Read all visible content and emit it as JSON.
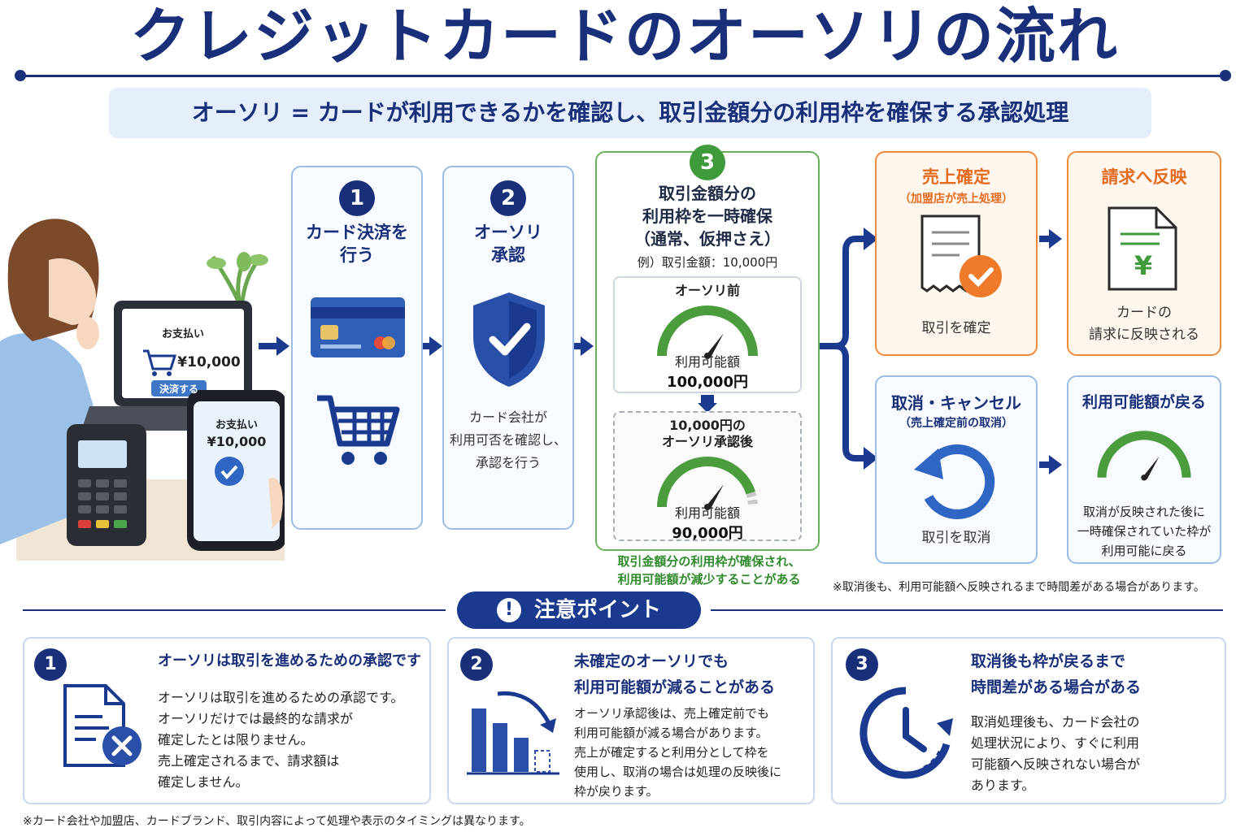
{
  "title": "クレジットカードのオーソリの流れ",
  "subtitle": "オーソリ = カードが利用できるかを確認し、取引金額分の利用枠を確保する承認処理",
  "illustration": {
    "laptop_label": "お支払い",
    "laptop_amount": "¥10,000",
    "laptop_button": "決済する",
    "phone_label": "お支払い",
    "phone_amount": "¥10,000"
  },
  "steps": [
    {
      "number": "1",
      "title": "カード決済を\n行う"
    },
    {
      "number": "2",
      "title": "オーソリ\n承認",
      "text": "カード会社が\n利用可否を確認し、\n承認を行う"
    },
    {
      "number": "3",
      "title": "取引金額分の\n利用枠を一時確保\n（通常、仮押さえ）",
      "example": "例）取引金額：10,000円",
      "before_label": "オーソリ前",
      "before_caption": "利用可能額",
      "before_value": "100,000円",
      "after_label": "10,000円の\nオーソリ承認後",
      "after_caption": "利用可能額",
      "after_value": "90,000円",
      "note": "取引金額分の利用枠が確保され、\n利用可能額が減少することがある",
      "gauge_before_fraction": 1.0,
      "gauge_after_fraction": 0.9
    }
  ],
  "outcomes": {
    "confirm": {
      "title": "売上確定",
      "subtitle": "（加盟店が売上処理）",
      "caption": "取引を確定"
    },
    "billing": {
      "title": "請求へ反映",
      "caption": "カードの\n請求に反映される",
      "icon_text": "¥"
    },
    "cancel": {
      "title": "取消・キャンセル",
      "subtitle": "（売上確定前の取消）",
      "caption": "取引を取消"
    },
    "restore": {
      "title": "利用可能額が戻る",
      "caption": "取消が反映された後に\n一時確保されていた枠が\n利用可能に戻る"
    },
    "footnote": "※取消後も、利用可能額へ反映されるまで時間差がある場合があります。"
  },
  "notice": {
    "header": "注意ポイント",
    "items": [
      {
        "number": "1",
        "title": "オーソリは取引を進めるための承認です",
        "body": "オーソリは取引を進めるための承認です。\nオーソリだけでは最終的な請求が\n確定したとは限りません。\n売上確定されるまで、請求額は\n確定しません。"
      },
      {
        "number": "2",
        "title": "未確定のオーソリでも\n利用可能額が減ることがある",
        "body": "オーソリ承認後は、売上確定前でも\n利用可能額が減る場合があります。\n売上が確定すると利用分として枠を\n使用し、取消の場合は処理の反映後に\n枠が戻ります。"
      },
      {
        "number": "3",
        "title": "取消後も枠が戻るまで\n時間差がある場合がある",
        "body": "取消処理後も、カード会社の\n処理状況により、すぐに利用\n可能額へ反映されない場合が\nあります。"
      }
    ]
  },
  "footnote": "※カード会社や加盟店、カードブランド、取引内容によって処理や表示のタイミングは異なります。",
  "colors": {
    "navy": "#1a2f7a",
    "green": "#3e9a3b",
    "orange": "#e46a1f",
    "blue_accent": "#2f66c4"
  }
}
